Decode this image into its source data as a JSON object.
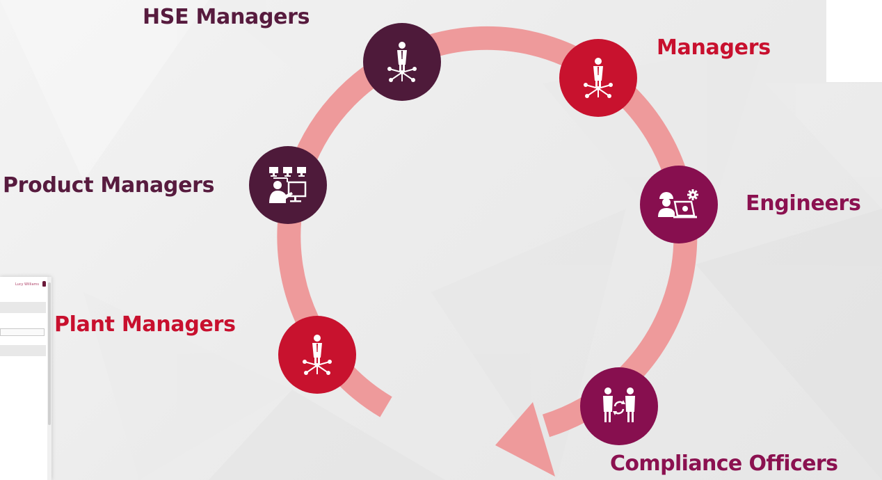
{
  "diagram": {
    "nodes": [
      {
        "id": "hse-managers",
        "label": "HSE Managers",
        "icon": "manager-network-icon",
        "color": "#4e1a3a"
      },
      {
        "id": "managers",
        "label": "Managers",
        "icon": "manager-network-icon",
        "color": "#c8122e"
      },
      {
        "id": "engineers",
        "label": "Engineers",
        "icon": "engineer-laptop-icon",
        "color": "#870f4f"
      },
      {
        "id": "compliance-officers",
        "label": "Compliance Officers",
        "icon": "handshake-cycle-icon",
        "color": "#870f4f"
      },
      {
        "id": "plant-managers",
        "label": "Plant Managers",
        "icon": "manager-network-icon",
        "color": "#c8122e"
      },
      {
        "id": "product-managers",
        "label": "Product Managers",
        "icon": "presenter-monitors-icon",
        "color": "#4e1a3a"
      }
    ],
    "cycle_color": "#ee9a9b"
  },
  "screenshot": {
    "user_name": "Lucy Williams"
  }
}
